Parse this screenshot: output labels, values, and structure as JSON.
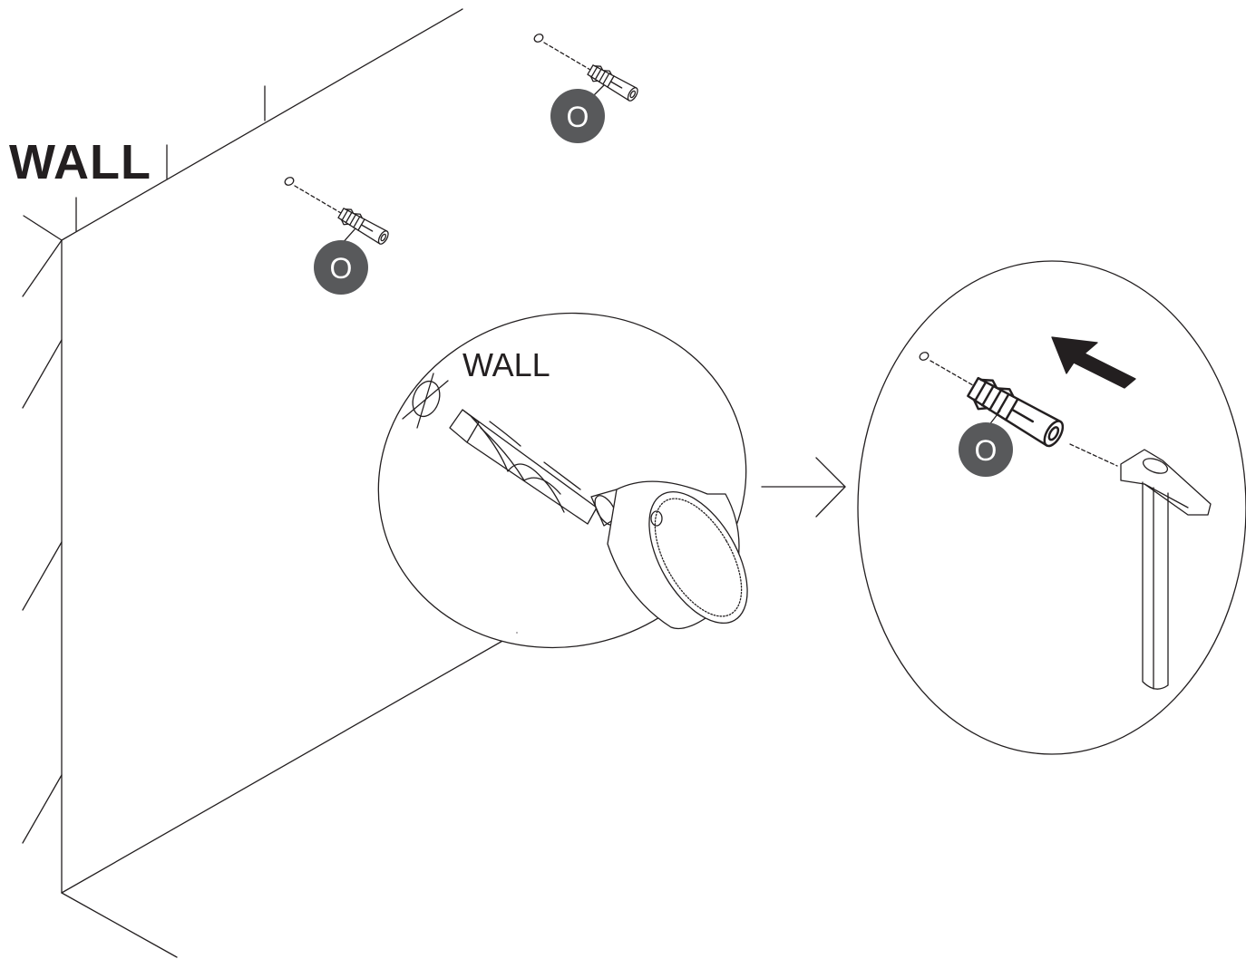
{
  "wall_label": "WALL",
  "detail_wall_label": "WALL",
  "anchor_tag": "O",
  "colors": {
    "line": "#231f20",
    "badge_fill": "#58595b",
    "badge_text": "#ffffff",
    "arrow_fill": "#231f20"
  },
  "icons": [
    "wall-plug-icon",
    "drill-bit-icon",
    "hammer-icon",
    "push-arrow-icon",
    "next-step-arrow-icon"
  ]
}
